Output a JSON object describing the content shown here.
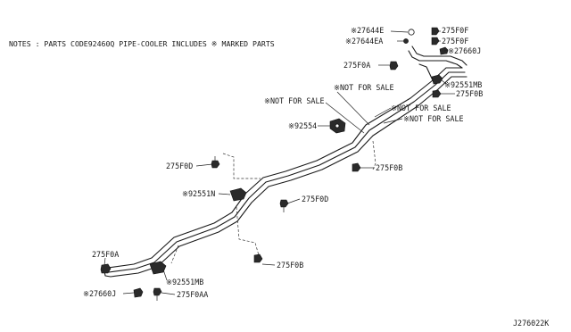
{
  "notes": "NOTES : PARTS CODE92460Q PIPE-COOLER INCLUDES ※ MARKED PARTS",
  "diagram_id": "J276022K",
  "labels": {
    "p27644e": "※27644E",
    "p27644ea": "※27644EA",
    "p275f0f_1": "275F0F",
    "p275f0f_2": "275F0F",
    "p27660j_top": "※27660J",
    "p275f0a_top": "275F0A",
    "p92551mb_top": "※92551MB",
    "p275f0b_top": "275F0B",
    "nfs_1": "※NOT FOR SALE",
    "nfs_2": "※NOT FOR SALE",
    "nfs_3": "※NOT FOR SALE",
    "nfs_4": "※NOT FOR SALE",
    "p92554": "※92554",
    "p275f0b_mid": "275F0B",
    "p275f0d_left": "275F0D",
    "p92551n": "※92551N",
    "p275f0d_mid": "275F0D",
    "p275f0a_bot": "275F0A",
    "p275f0b_bot": "275F0B",
    "p92551mb_bot": "※92551MB",
    "p27660j_bot": "※27660J",
    "p275f0aa": "275F0AA"
  }
}
